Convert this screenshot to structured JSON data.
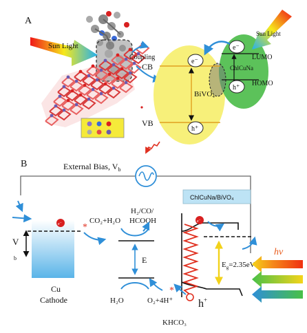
{
  "panel_a": {
    "label": "A",
    "sun_light_left": "Sun Light",
    "sun_light_right": "Sun Light",
    "coupling": "Coupling",
    "cb": "CB",
    "vb": "VB",
    "bivo4": "BiVO₄",
    "electron": "e⁻",
    "hole": "h⁺",
    "lumo": "LUMO",
    "homo": "HOMO",
    "chlcuna": "ChlCuNa",
    "colors": {
      "bivo4_fill": "#f7f07a",
      "chl_fill": "#5cc25a",
      "arrow_blue": "#2f8fd8",
      "band_line": "#e0a020"
    }
  },
  "panel_b": {
    "label": "B",
    "external_bias": "External Bias, V",
    "bias_sub": "b",
    "v_label": "V",
    "v_sub": "b",
    "cu_line1": "Cu",
    "cu_line2": "Cathode",
    "co2_reaction": "CO₂+H₂O",
    "products_line1": "H₂/CO/",
    "products_line2": "HCOOH",
    "e_label": "E",
    "h2o": "H₂O",
    "o2_reaction": "O₂+4H⁺",
    "photoanode_label": "ChlCuNa/BiVO₄",
    "band_gap": "E",
    "band_gap_sub": "g",
    "band_gap_value": "=2.35eV",
    "hole": "h",
    "hole_sup": "+",
    "electron": "e⁻",
    "hv": "hv",
    "electrolyte": "KHCO₃",
    "colors": {
      "cathode_top": "#ffffff",
      "cathode_bottom": "#5ab4e8",
      "photoanode_label_bg": "#bde3f5",
      "arrow_blue": "#2f8fd8",
      "zigzag_red": "#e03020",
      "gap_arrow": "#f2d21a",
      "hv_text": "#e85a1a"
    }
  }
}
